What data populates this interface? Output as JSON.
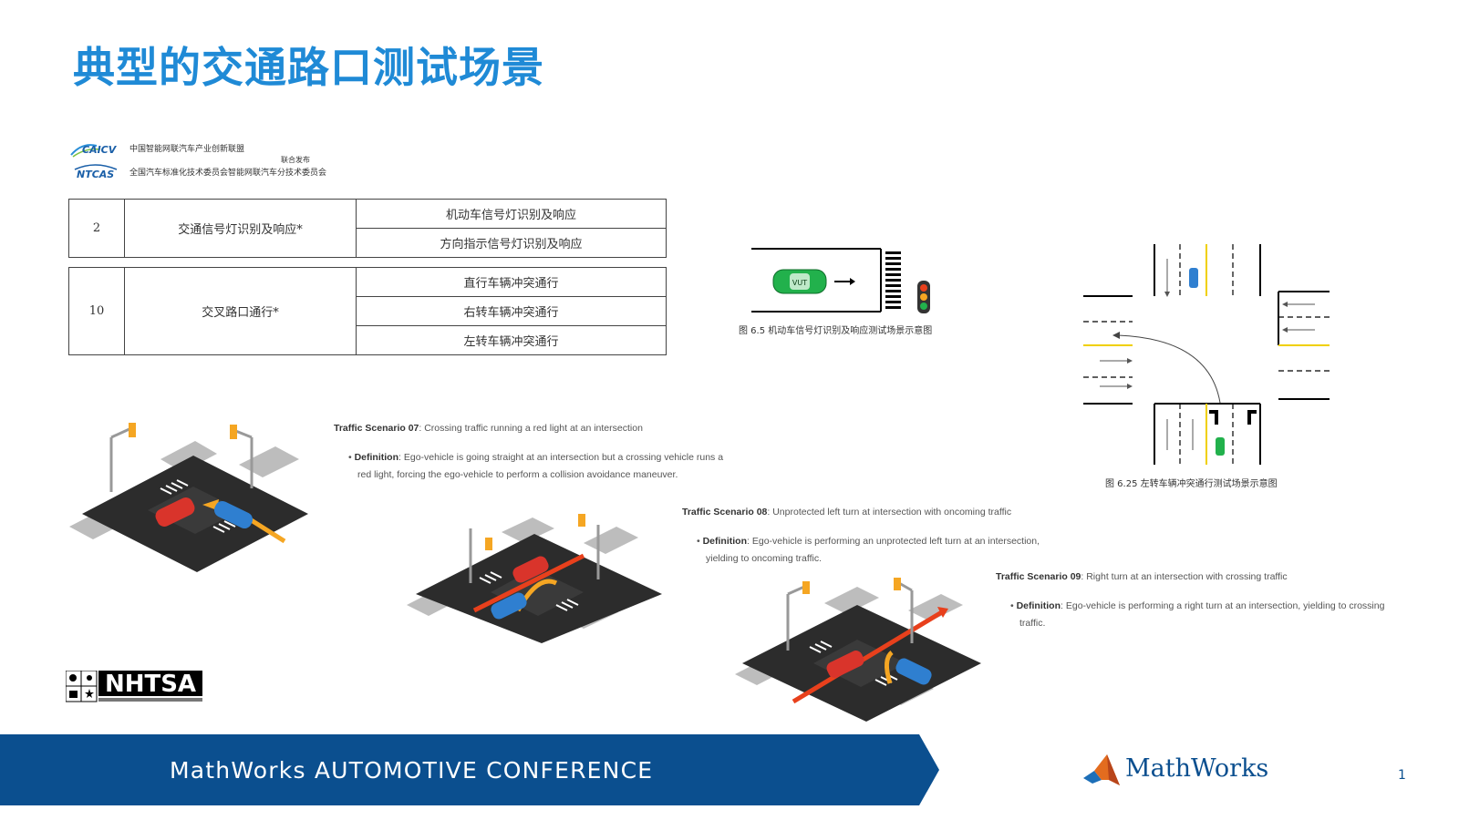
{
  "slide": {
    "title": "典型的交通路口测试场景",
    "page_number": "1"
  },
  "org_header": {
    "caicv_logo": "CAICV",
    "ntcas_logo": "NTCAS",
    "org1": "中国智能网联汽车产业创新联盟",
    "org2": "全国汽车标准化技术委员会智能网联汽车分技术委员会",
    "joint": "联合发布"
  },
  "spec_table": [
    {
      "num": "2",
      "category": "交通信号灯识别及响应*",
      "items": [
        "机动车信号灯识别及响应",
        "方向指示信号灯识别及响应"
      ]
    },
    {
      "num": "10",
      "category": "交叉路口通行*",
      "items": [
        "直行车辆冲突通行",
        "右转车辆冲突通行",
        "左转车辆冲突通行"
      ]
    }
  ],
  "figures": {
    "fig_signal": {
      "caption": "图 6.5  机动车信号灯识别及响应测试场景示意图",
      "vehicle_label": "VUT"
    },
    "fig_left_turn": {
      "caption": "图 6.25  左转车辆冲突通行测试场景示意图"
    }
  },
  "scenarios": [
    {
      "heading_bold": "Traffic Scenario 07",
      "heading_rest": ": Crossing traffic running a red light at an intersection",
      "def_bold": "Definition",
      "def_rest": ": Ego-vehicle is going straight at an intersection but a crossing vehicle runs a red light, forcing the ego-vehicle to perform a collision avoidance maneuver."
    },
    {
      "heading_bold": "Traffic Scenario 08",
      "heading_rest": ": Unprotected left turn at intersection with oncoming traffic",
      "def_bold": "Definition",
      "def_rest": ": Ego-vehicle is performing an unprotected left turn at an intersection, yielding to oncoming traffic."
    },
    {
      "heading_bold": "Traffic Scenario 09",
      "heading_rest": ": Right turn at an intersection with crossing traffic",
      "def_bold": "Definition",
      "def_rest": ": Ego-vehicle is performing a right turn at an intersection, yielding to crossing traffic."
    }
  ],
  "nhtsa_logo": "NHTSA",
  "footer": {
    "conference": "MathWorks AUTOMOTIVE CONFERENCE",
    "brand": "MathWorks",
    "bar_color": "#0b4f8f"
  },
  "colors": {
    "title": "#1f8ad6",
    "ego_car": "#2f7fd0",
    "crossing_car": "#d9342b",
    "arrow_orange": "#f5a623",
    "arrow_red": "#e8401c",
    "vut_green": "#22b14c"
  }
}
